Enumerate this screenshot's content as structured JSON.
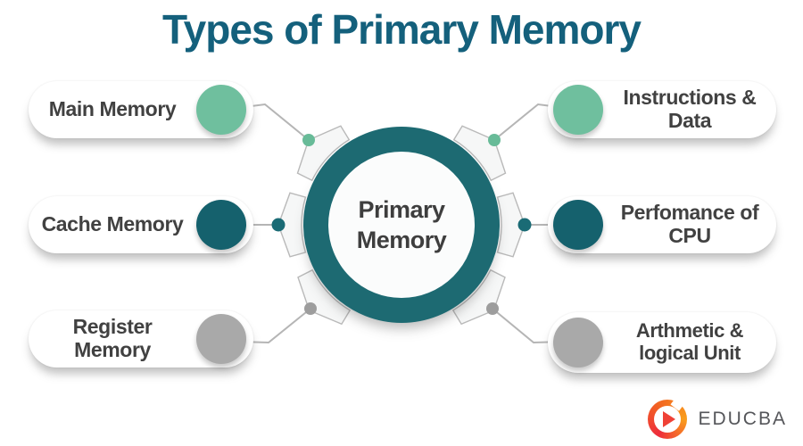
{
  "title": "Types of Primary Memory",
  "center": {
    "line1": "Primary",
    "line2": "Memory"
  },
  "nodes": [
    {
      "id": "main-memory",
      "label": "Main Memory",
      "side": "left",
      "color": "#6fbf9e"
    },
    {
      "id": "cache-memory",
      "label": "Cache Memory",
      "side": "left",
      "color": "#15616d"
    },
    {
      "id": "register-memory",
      "label": "Register Memory",
      "side": "left",
      "color": "#a9a9a9"
    },
    {
      "id": "instructions-data",
      "label": "Instructions & Data",
      "side": "right",
      "color": "#6fbf9e"
    },
    {
      "id": "performance-cpu",
      "label": "Perfomance of CPU",
      "side": "right",
      "color": "#15616d"
    },
    {
      "id": "arithmetic-logical",
      "label": "Arthmetic & logical Unit",
      "side": "right",
      "color": "#a9a9a9"
    }
  ],
  "colors": {
    "title": "#14607c",
    "hub_ring": "#1d6a72",
    "green": "#6fbf9e",
    "teal": "#15616d",
    "gray": "#a9a9a9",
    "connector": "#b5b5b5"
  },
  "logo": {
    "text": "EDUCBA"
  }
}
